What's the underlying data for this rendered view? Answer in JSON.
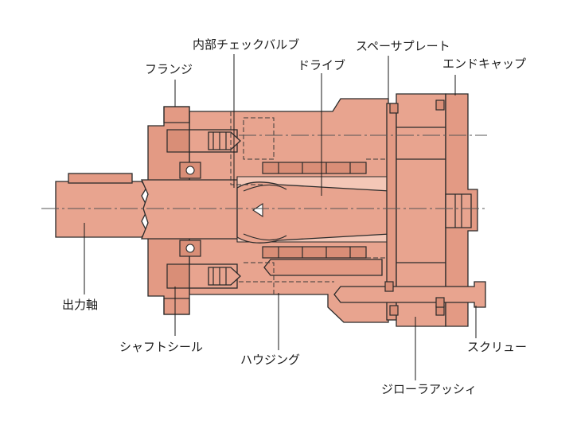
{
  "labels": {
    "internal_check_valve": "内部チェックバルブ",
    "spacer_plate": "スペーサプレート",
    "flange": "フランジ",
    "drive": "ドライブ",
    "end_cap": "エンドキャップ",
    "output_shaft": "出力軸",
    "shaft_seal": "シャフトシール",
    "housing": "ハウジング",
    "screw": "スクリュー",
    "gerotor_assembly": "ジローラアッシィ"
  },
  "colors": {
    "body_fill": "#e8a48f",
    "body_fill_alt": "#e39a84",
    "outline": "#2a2a2a",
    "text": "#1a1a1a"
  }
}
